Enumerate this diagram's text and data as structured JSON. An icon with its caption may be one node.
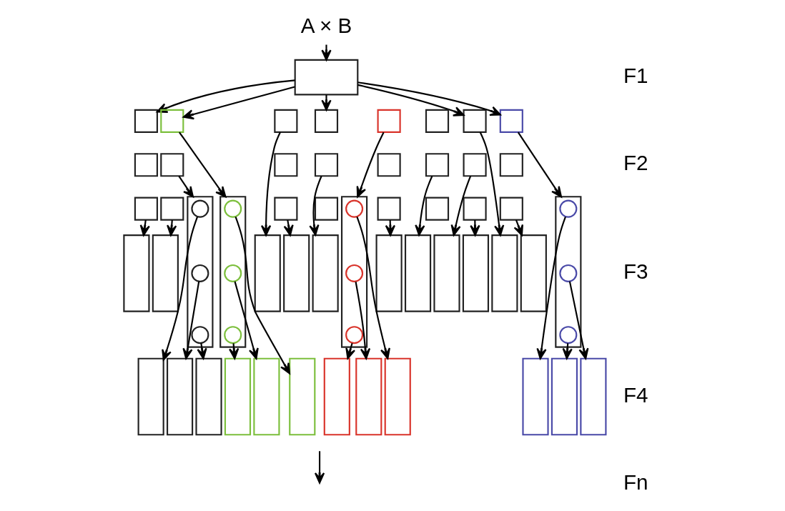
{
  "diagram": {
    "nodes": [
      {
        "text": [
          "A × B"
        ]
      },
      {
        "text": [],
        "shape": "box"
      },
      {
        "text": [],
        "shape": "box"
      },
      {
        "text": [],
        "shape": "box"
      },
      {
        "text": [],
        "shape": "box"
      },
      {
        "text": [],
        "shape": "box"
      },
      {
        "text": [],
        "shape": "box"
      },
      {
        "text": [],
        "shape": "box"
      },
      {
        "text": [],
        "shape": "box"
      },
      {
        "text": [],
        "shape": "box"
      },
      {
        "text": [],
        "shape": "box"
      },
      {
        "text": [],
        "shape": "box"
      },
      {
        "text": [],
        "shape": "box"
      },
      {
        "text": [],
        "shape": "box"
      },
      {
        "text": [],
        "shape": "box"
      },
      {
        "text": [],
        "shape": "box"
      },
      {
        "text": [],
        "shape": "box"
      },
      {
        "text": [],
        "shape": "box"
      },
      {
        "text": [],
        "shape": "box"
      },
      {
        "text": [],
        "shape": "box"
      },
      {
        "text": [],
        "shape": "box"
      },
      {
        "text": [],
        "shape": "box"
      },
      {
        "text": [],
        "shape": "box"
      },
      {
        "text": [],
        "shape": "box"
      },
      {
        "text": [],
        "shape": "box"
      },
      {
        "text": [],
        "shape": "box"
      },
      {
        "text": [],
        "shape": "bar"
      },
      {
        "text": [],
        "shape": "bar"
      },
      {
        "text": [],
        "shape": "bar"
      },
      {
        "text": [],
        "shape": "bar"
      },
      {
        "text": [],
        "shape": "bar"
      },
      {
        "text": [],
        "shape": "bar"
      },
      {
        "text": [],
        "shape": "bar"
      },
      {
        "text": [],
        "shape": "bar"
      },
      {
        "text": [],
        "shape": "bar"
      },
      {
        "text": [],
        "shape": "bar"
      },
      {
        "text": [],
        "shape": "bar"
      },
      {
        "text": [],
        "shape": "bar"
      },
      {
        "text": [],
        "shape": "bar"
      },
      {
        "text": [],
        "shape": "bar"
      },
      {
        "text": [],
        "shape": "bar"
      },
      {
        "text": [],
        "shape": "circle",
        "in": 27
      },
      {
        "text": [],
        "shape": "circle",
        "in": 27
      },
      {
        "text": [],
        "shape": "circle",
        "in": 27
      },
      {
        "text": [],
        "shape": "circle",
        "in": 29
      },
      {
        "text": [],
        "shape": "circle",
        "in": 29
      },
      {
        "text": [],
        "shape": "circle",
        "in": 29
      },
      {
        "text": [],
        "shape": "circle",
        "in": 33
      },
      {
        "text": [],
        "shape": "circle",
        "in": 33
      },
      {
        "text": [],
        "shape": "circle",
        "in": 33
      },
      {
        "text": [],
        "shape": "circle",
        "in": 39
      },
      {
        "text": [],
        "shape": "circle",
        "in": 39
      },
      {
        "text": [],
        "shape": "circle",
        "in": 39
      },
      {
        "text": [],
        "shape": "bar"
      },
      {
        "text": [],
        "shape": "bar"
      },
      {
        "text": [],
        "shape": "bar"
      },
      {
        "text": [],
        "shape": "bar"
      },
      {
        "text": [],
        "shape": "bar"
      },
      {
        "text": [],
        "shape": "bar"
      },
      {
        "text": [],
        "shape": "bar"
      },
      {
        "text": [],
        "shape": "bar"
      },
      {
        "text": [],
        "shape": "bar"
      },
      {
        "text": [],
        "shape": "bar"
      },
      {
        "text": [],
        "shape": "bar"
      },
      {
        "text": [],
        "shape": "bar"
      }
    ],
    "edges": [
      {
        "from": 0,
        "to": 1,
        "arrow": "to"
      },
      {
        "from": 1,
        "to": 2,
        "arrow": "to"
      },
      {
        "from": 1,
        "to": 3,
        "arrow": "to"
      },
      {
        "from": 1,
        "to": 5,
        "arrow": "to"
      },
      {
        "from": 1,
        "to": 8,
        "arrow": "to"
      },
      {
        "from": 1,
        "to": 9,
        "arrow": "to"
      },
      {
        "from": 18,
        "to": 26,
        "arrow": "to"
      },
      {
        "from": 11,
        "to": 27,
        "arrow": "to"
      },
      {
        "from": 19,
        "to": 28,
        "arrow": "to"
      },
      {
        "from": 3,
        "to": 29,
        "arrow": "to"
      },
      {
        "from": 4,
        "to": 30,
        "arrow": "to"
      },
      {
        "from": 20,
        "to": 31,
        "arrow": "to"
      },
      {
        "from": 13,
        "to": 32,
        "arrow": "to"
      },
      {
        "from": 6,
        "to": 33,
        "arrow": "to"
      },
      {
        "from": 22,
        "to": 34,
        "arrow": "to"
      },
      {
        "from": 15,
        "to": 35,
        "arrow": "to"
      },
      {
        "from": 16,
        "to": 36,
        "arrow": "to"
      },
      {
        "from": 24,
        "to": 37,
        "arrow": "to"
      },
      {
        "from": 8,
        "to": 38,
        "arrow": "to"
      },
      {
        "from": 9,
        "to": 39,
        "arrow": "to"
      },
      {
        "from": 25,
        "to": 40,
        "arrow": "to"
      },
      {
        "from": 41,
        "to": 53,
        "arrow": "to"
      },
      {
        "from": 42,
        "to": 54,
        "arrow": "to"
      },
      {
        "from": 43,
        "to": 55,
        "arrow": "to"
      },
      {
        "from": 44,
        "to": 58,
        "arrow": "to"
      },
      {
        "from": 45,
        "to": 57,
        "arrow": "to"
      },
      {
        "from": 46,
        "to": 56,
        "arrow": "to"
      },
      {
        "from": 47,
        "to": 61,
        "arrow": "to"
      },
      {
        "from": 48,
        "to": 60,
        "arrow": "to"
      },
      {
        "from": 49,
        "to": 59,
        "arrow": "to"
      },
      {
        "from": 50,
        "to": 62,
        "arrow": "to"
      },
      {
        "from": 51,
        "to": 64,
        "arrow": "to"
      },
      {
        "from": 52,
        "to": 63,
        "arrow": "to"
      }
    ],
    "labels": [
      "F1",
      "F2",
      "F3",
      "F4",
      "Fn"
    ]
  }
}
